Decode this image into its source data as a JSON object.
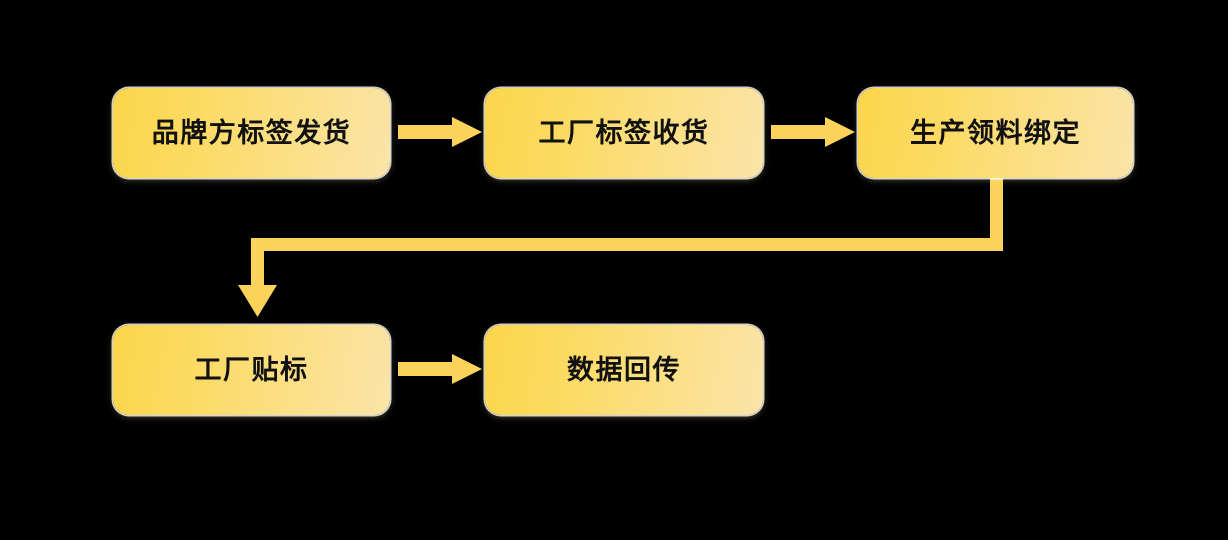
{
  "diagram": {
    "title": "",
    "background_color": "#000000",
    "node_fill_start": "#FCD64B",
    "node_fill_end": "#FAE4A8",
    "node_text_color": "#111111",
    "connector_color": "#FCD35A",
    "nodes": [
      {
        "id": "brand-ship",
        "label": "品牌方标签发货",
        "row": 1,
        "col": 1
      },
      {
        "id": "factory-recv",
        "label": "工厂标签收货",
        "row": 1,
        "col": 2
      },
      {
        "id": "prod-bind",
        "label": "生产领料绑定",
        "row": 1,
        "col": 3
      },
      {
        "id": "factory-label",
        "label": "工厂贴标",
        "row": 2,
        "col": 1
      },
      {
        "id": "data-return",
        "label": "数据回传",
        "row": 2,
        "col": 2
      }
    ],
    "edges": [
      {
        "id": "edge-1",
        "from": "brand-ship",
        "to": "factory-recv",
        "shape": "straight-right"
      },
      {
        "id": "edge-2",
        "from": "factory-recv",
        "to": "prod-bind",
        "shape": "straight-right"
      },
      {
        "id": "edge-3",
        "from": "prod-bind",
        "to": "factory-label",
        "shape": "elbow-down-left-down"
      },
      {
        "id": "edge-4",
        "from": "factory-label",
        "to": "data-return",
        "shape": "straight-right"
      }
    ]
  }
}
